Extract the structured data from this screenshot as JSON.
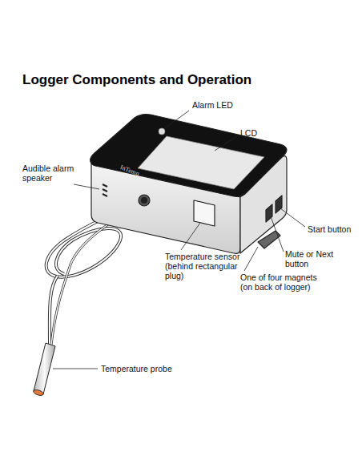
{
  "diagram": {
    "title": "Logger Components and Operation",
    "labels": [
      "Alarm LED",
      "LCD",
      "Audible alarm speaker",
      "InTemp",
      "Start button",
      "Mute or Next button",
      "Temperature sensor (behind rectangular plug)",
      "One of four magnets (on back of logger)",
      "Temperature probe"
    ]
  }
}
